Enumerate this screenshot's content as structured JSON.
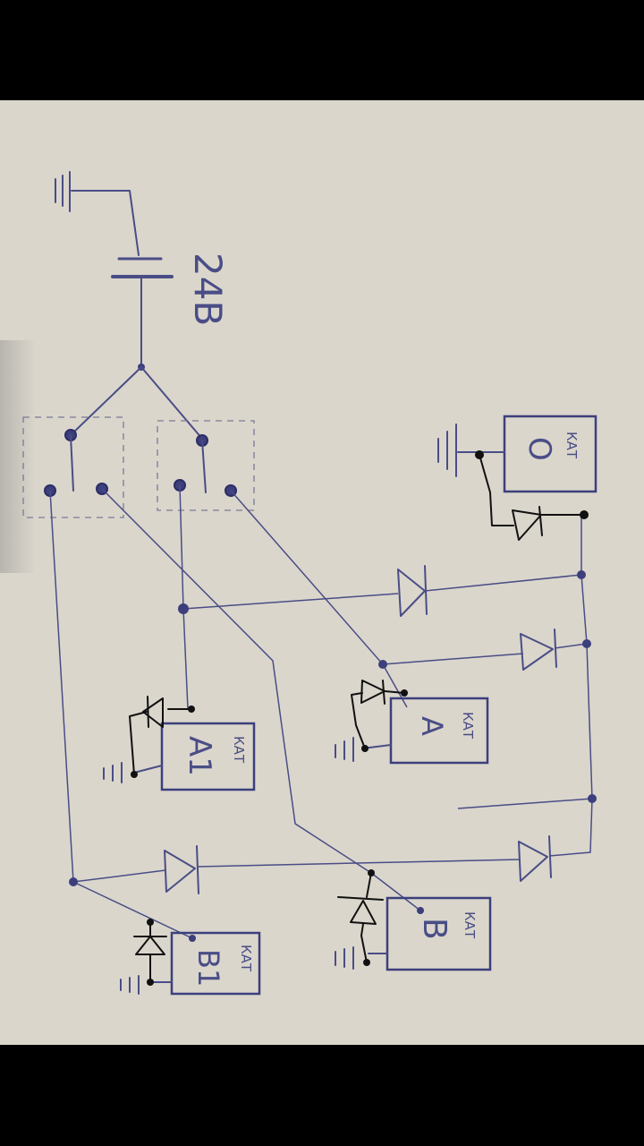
{
  "diagram": {
    "battery_label": "24В",
    "blocks": [
      {
        "id": "O",
        "tag": "КАТ",
        "label": "O"
      },
      {
        "id": "A1",
        "tag": "КАТ",
        "label": "A1"
      },
      {
        "id": "A",
        "tag": "КАТ",
        "label": "A"
      },
      {
        "id": "B1",
        "tag": "КАТ",
        "label": "B1"
      },
      {
        "id": "B",
        "tag": "КАТ",
        "label": "B"
      }
    ]
  },
  "colors": {
    "ink": "#4a4d86",
    "marker": "#111111",
    "paper": "#dad6cc",
    "background": "#000000"
  }
}
